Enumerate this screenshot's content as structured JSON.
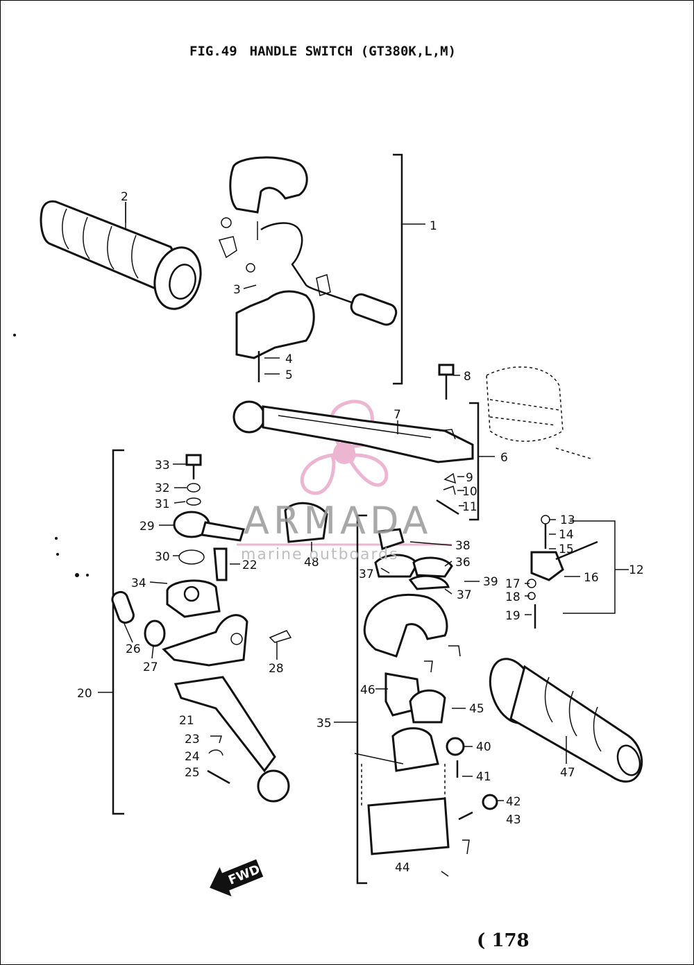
{
  "title": {
    "fig": "FIG.49",
    "name": "HANDLE SWITCH (GT380K,L,M)"
  },
  "fwd": "FWD",
  "page_number": "( 178",
  "watermark": {
    "name": "ARMADA",
    "tagline": "marine outboards",
    "logo_color": "#e8a5c8"
  },
  "callouts": [
    "1",
    "2",
    "3",
    "4",
    "5",
    "6",
    "7",
    "8",
    "9",
    "10",
    "11",
    "12",
    "13",
    "14",
    "15",
    "16",
    "17",
    "18",
    "19",
    "20",
    "21",
    "22",
    "23",
    "24",
    "25",
    "26",
    "27",
    "28",
    "29",
    "30",
    "31",
    "32",
    "33",
    "34",
    "35",
    "36",
    "37",
    "37",
    "38",
    "39",
    "40",
    "41",
    "42",
    "43",
    "44",
    "45",
    "46",
    "47",
    "48"
  ]
}
